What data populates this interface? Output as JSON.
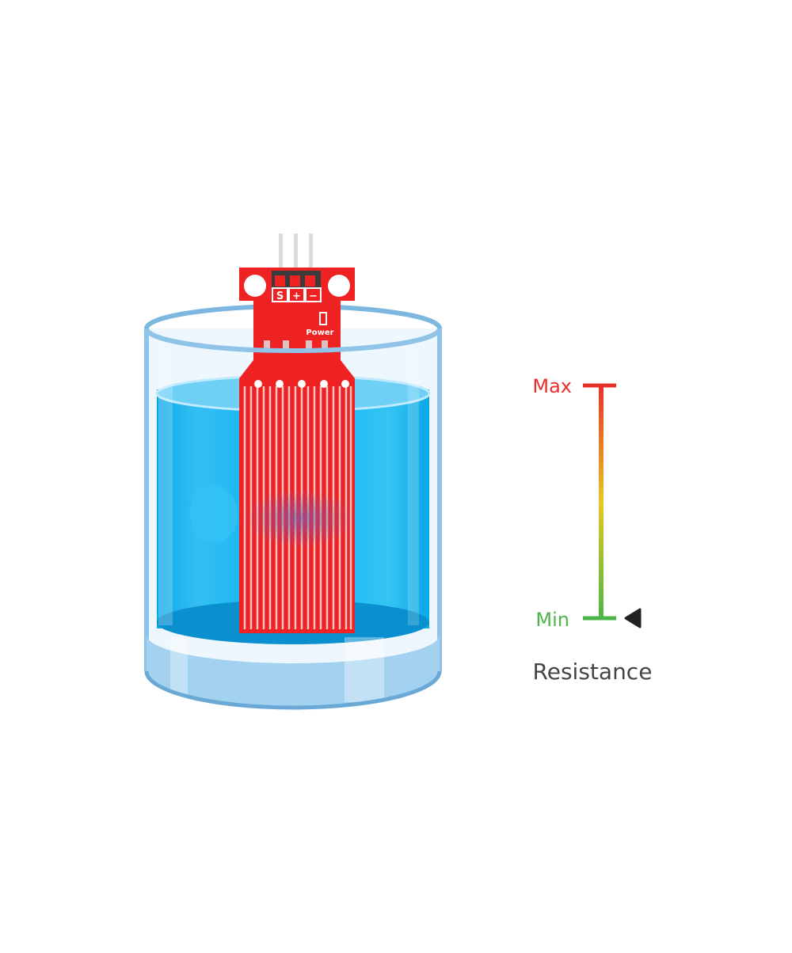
{
  "sensor": {
    "pin_labels": [
      "S",
      "+",
      "−"
    ],
    "power_label": "Power",
    "board_color": "#ee2222",
    "trace_color": "#f4c4c4"
  },
  "container": {
    "glass_color": "#9ccfee",
    "water_color": "#00b4f0"
  },
  "scale": {
    "max_label": "Max",
    "min_label": "Min",
    "caption": "Resistance",
    "max_color": "#e8302a",
    "mid_color": "#e8c820",
    "min_color": "#4cb548",
    "indicator_level": 0,
    "indicator_icon": "pointer-triangle-icon"
  }
}
